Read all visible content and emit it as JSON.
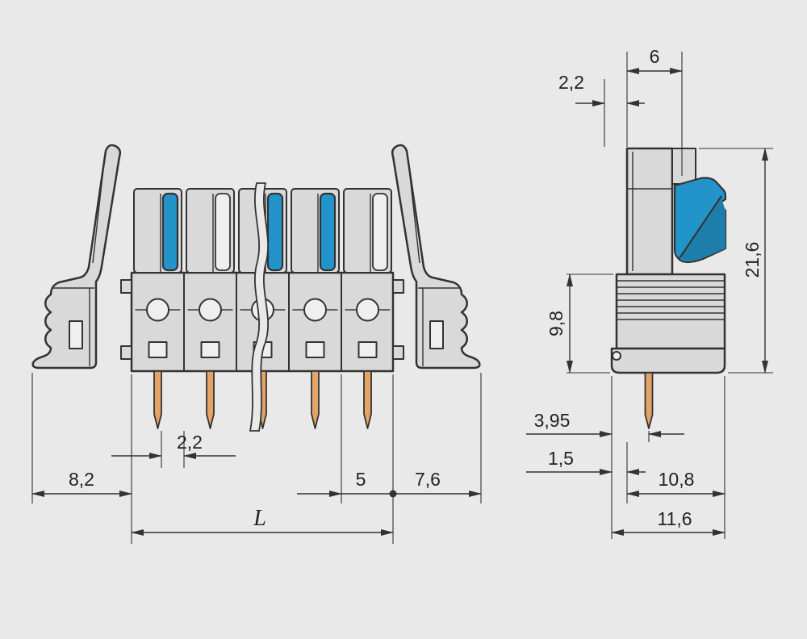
{
  "title": "Terminal block connector dimensional drawing",
  "colors": {
    "background": "#e9e9e9",
    "line": "#333333",
    "body_fill": "#d9d9d9",
    "body_light": "#efefef",
    "lever_blue": "#2394c9",
    "lever_blue_dark": "#1d7eac",
    "pin_tan": "#e3a566"
  },
  "front_view": {
    "name": "front-view",
    "dims": {
      "pin_offset": "2,2",
      "latch_overhang_left": "8,2",
      "pole_pitch": "5",
      "latch_overhang_right": "7,6",
      "overall_length": "L"
    }
  },
  "side_view": {
    "name": "side-view",
    "dims": {
      "top_offset": "2,2",
      "lever_width": "6",
      "overall_height": "21,6",
      "lower_height": "9,8",
      "pin_to_edge": "3,95",
      "foot_offset": "1,5",
      "body_depth": "10,8",
      "overall_depth": "11,6"
    }
  }
}
